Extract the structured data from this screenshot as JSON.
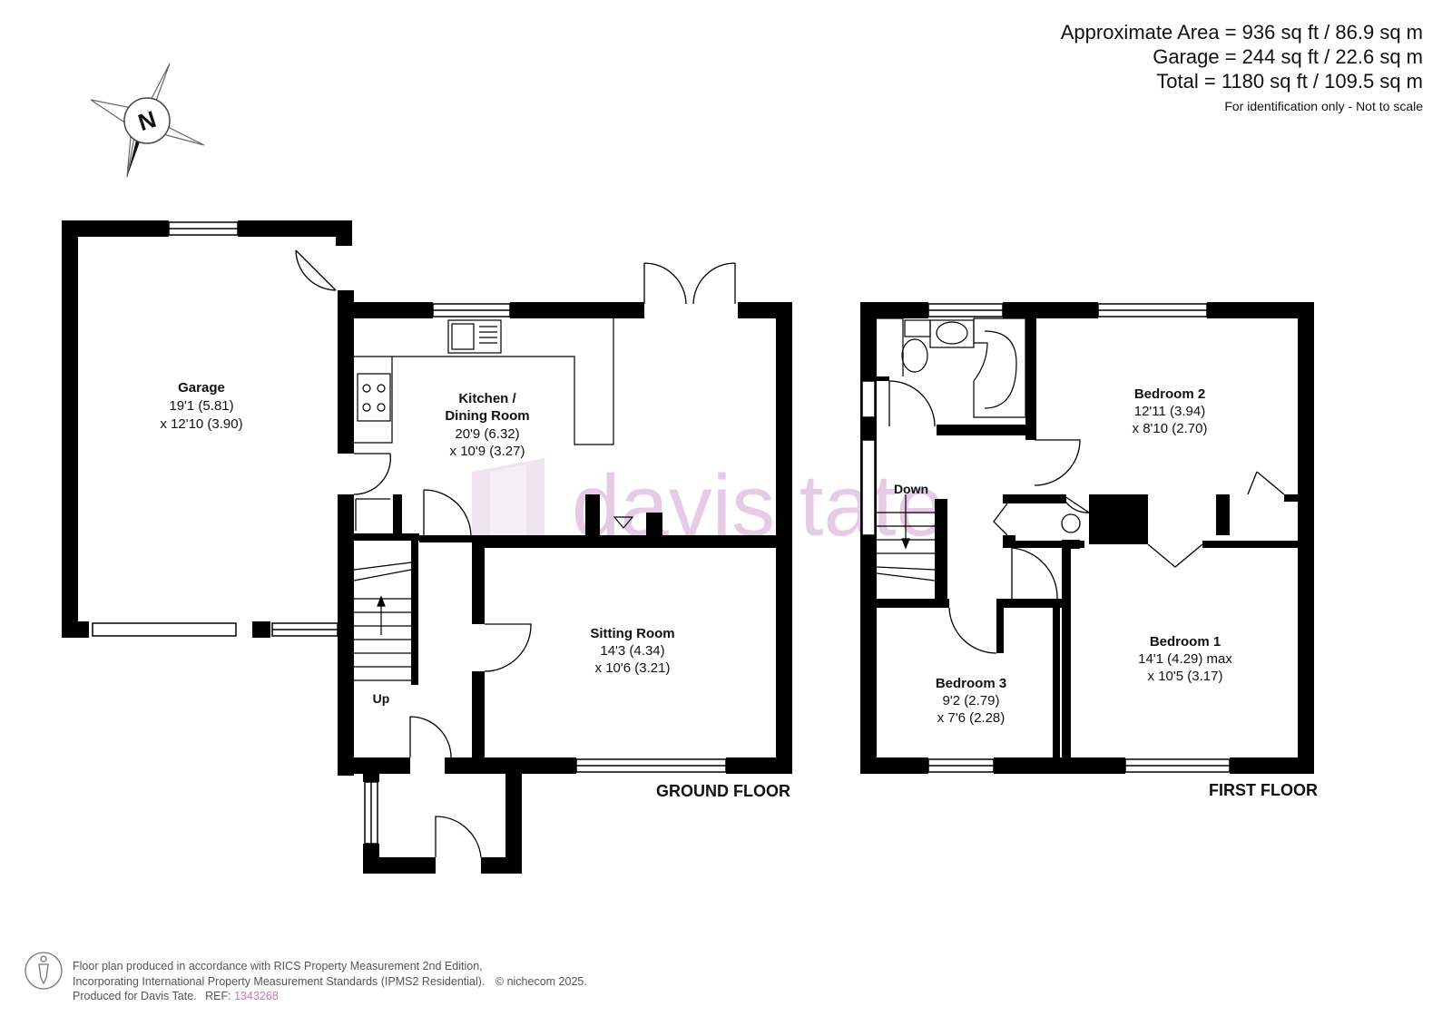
{
  "areas": {
    "approximate": "Approximate Area = 936 sq ft / 86.9 sq m",
    "garage": "Garage = 244 sq ft / 22.6 sq m",
    "total": "Total = 1180 sq ft / 109.5 sq m",
    "note": "For identification only - Not to scale"
  },
  "compass": {
    "label": "N"
  },
  "watermark": {
    "brand": "davis tate",
    "color": "#e3c6e3"
  },
  "floors": {
    "ground": {
      "label": "GROUND FLOOR",
      "rooms": [
        {
          "name": "Garage",
          "dim1": "19'1 (5.81)",
          "dim2": "x 12'10 (3.90)"
        },
        {
          "name_line1": "Kitchen /",
          "name_line2": "Dining Room",
          "dim1": "20'9 (6.32)",
          "dim2": "x 10'9 (3.27)"
        },
        {
          "name": "Sitting Room",
          "dim1": "14'3 (4.34)",
          "dim2": "x 10'6 (3.21)"
        }
      ],
      "stairs_label": "Up"
    },
    "first": {
      "label": "FIRST FLOOR",
      "rooms": [
        {
          "name": "Bedroom 2",
          "dim1": "12'11 (3.94)",
          "dim2": "x 8'10 (2.70)"
        },
        {
          "name": "Bedroom 1",
          "dim1": "14'1 (4.29) max",
          "dim2": "x 10'5 (3.17)"
        },
        {
          "name": "Bedroom 3",
          "dim1": "9'2 (2.79)",
          "dim2": "x 7'6 (2.28)"
        }
      ],
      "stairs_label": "Down"
    }
  },
  "footer": {
    "line1": "Floor plan produced in accordance with RICS Property Measurement 2nd Edition,",
    "line2": "Incorporating International Property Measurement Standards (IPMS2 Residential).",
    "copyright": "© nichecom 2025.",
    "line3": "Produced for Davis Tate.",
    "ref_label": "REF:",
    "ref_value": "1343268"
  },
  "colors": {
    "wall": "#000000",
    "accent": "#d46fc4"
  }
}
